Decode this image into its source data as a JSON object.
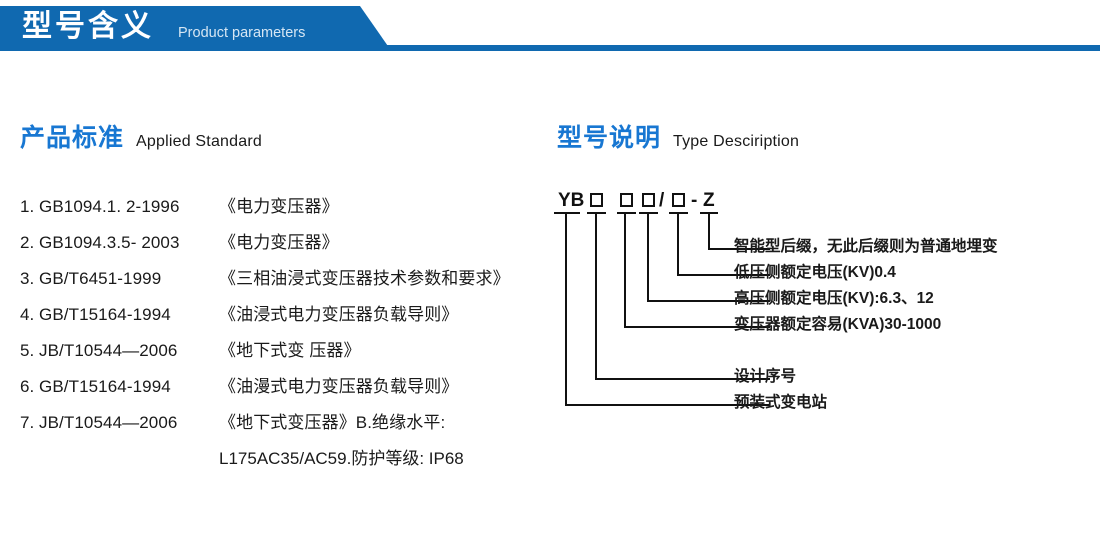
{
  "banner": {
    "title_cn": "型号含义",
    "title_en": "Product parameters",
    "bar_color": "#1069b0"
  },
  "sections": {
    "standard": {
      "title_cn": "产品标准",
      "title_en": "Applied Standard",
      "accent_color": "#1877d2"
    },
    "type": {
      "title_cn": "型号说明",
      "title_en": "Type Desciription",
      "accent_color": "#1877d2"
    }
  },
  "standards": [
    {
      "num": "1.",
      "code": "GB1094.1. 2-1996",
      "title": "《电力变压器》"
    },
    {
      "num": "2.",
      "code": "GB1094.3.5- 2003",
      "title": "《电力变压器》"
    },
    {
      "num": "3.",
      "code": "GB/T6451-1999",
      "title": "《三相油浸式变压器技术参数和要求》"
    },
    {
      "num": "4.",
      "code": "GB/T15164-1994",
      "title": "《油浸式电力变压器负载导则》"
    },
    {
      "num": "5.",
      "code": "JB/T10544—2006",
      "title": "《地下式变 压器》"
    },
    {
      "num": "6.",
      "code": "GB/T15164-1994",
      "title": "《油漫式电力变压器负载导则》"
    },
    {
      "num": "7.",
      "code": "JB/T10544—2006",
      "title": "《地下式变压器》B.绝缘水平:"
    }
  ],
  "standards_continuation": "L175AC35/AC59.防护等级: IP68",
  "type_code": {
    "segments": [
      {
        "kind": "text",
        "value": "YB"
      },
      {
        "kind": "box",
        "value": "□"
      },
      {
        "kind": "box",
        "value": "□"
      },
      {
        "kind": "box",
        "value": "□"
      },
      {
        "kind": "text",
        "value": "/"
      },
      {
        "kind": "box",
        "value": "□"
      },
      {
        "kind": "text",
        "value": "-"
      },
      {
        "kind": "text",
        "value": "Z"
      }
    ],
    "display": "YB □ □□/□ - Z"
  },
  "callouts": [
    {
      "label": "智能型后缀，无此后缀则为普通地埋变"
    },
    {
      "label": "低压侧额定电压(KV)0.4"
    },
    {
      "label": "高压侧额定电压(KV):6.3、12"
    },
    {
      "label": "变压器额定容易(KVA)30-1000"
    },
    {
      "label": "设计序号"
    },
    {
      "label": "预装式变电站"
    }
  ]
}
